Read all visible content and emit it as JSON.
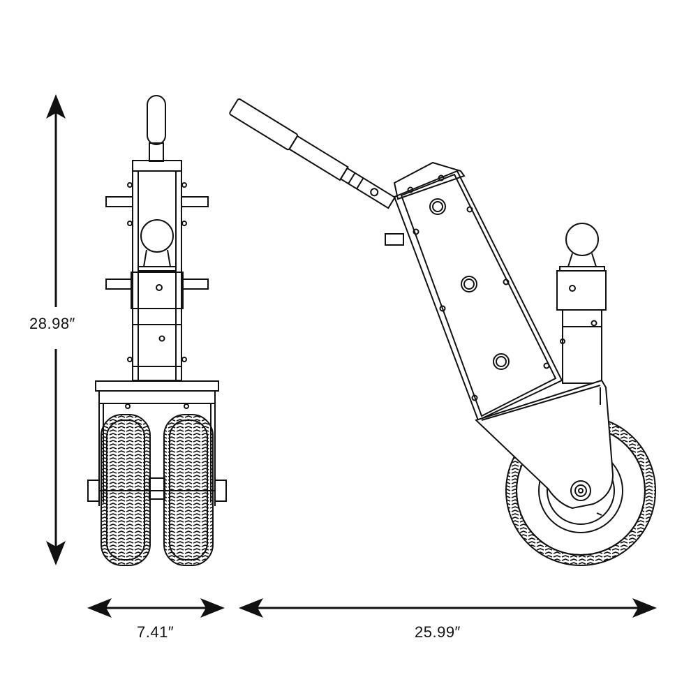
{
  "dimensions": {
    "height": "28.98″",
    "width": "7.41″",
    "length": "25.99″"
  },
  "colors": {
    "line": "#111111",
    "background": "#ffffff"
  }
}
